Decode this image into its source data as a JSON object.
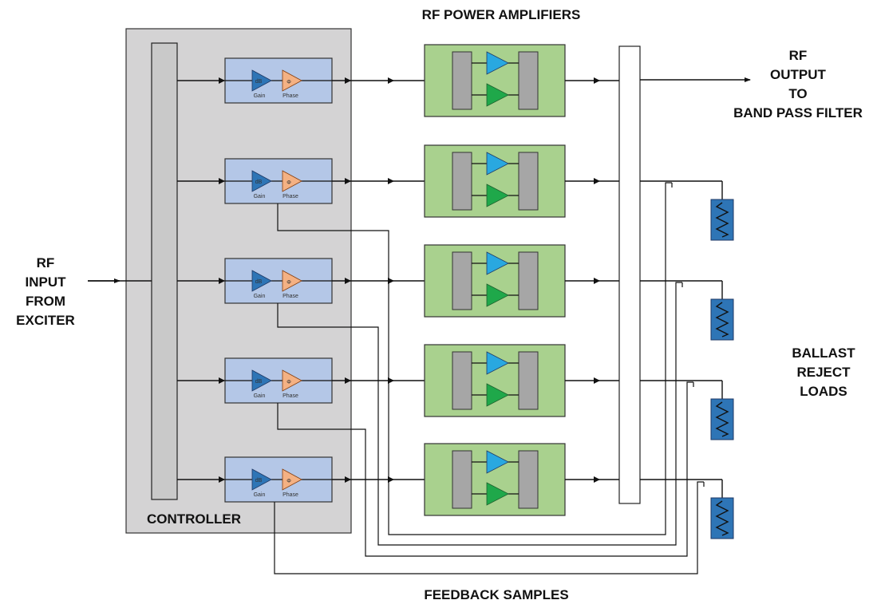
{
  "labels": {
    "rf_power_amplifiers": "RF POWER AMPLIFIERS",
    "controller": "CONTROLLER",
    "feedback_samples": "FEEDBACK  SAMPLES",
    "input": [
      "RF",
      "INPUT",
      "FROM",
      "EXCITER"
    ],
    "output": [
      "RF",
      "OUTPUT",
      "TO",
      "BAND PASS FILTER"
    ],
    "ballast": [
      "BALLAST",
      "REJECT",
      "LOADS"
    ]
  },
  "module_labels": {
    "gain_symbol": "dB",
    "phase_symbol": "Φ",
    "gain": "Gain",
    "phase": "Phase"
  },
  "channels": 5,
  "colors": {
    "controller_fill": "#d4d3d4",
    "gain_phase_block": "#b4c7e7",
    "amplifier_block": "#a9d18e",
    "amp_blue": "#29a8e0",
    "amp_green": "#1fa84a",
    "gain_triangle": "#2e75b6",
    "phase_triangle": "#f4b183",
    "load_fill": "#2e75b6",
    "splitter_fill": "#c9c9c9"
  }
}
